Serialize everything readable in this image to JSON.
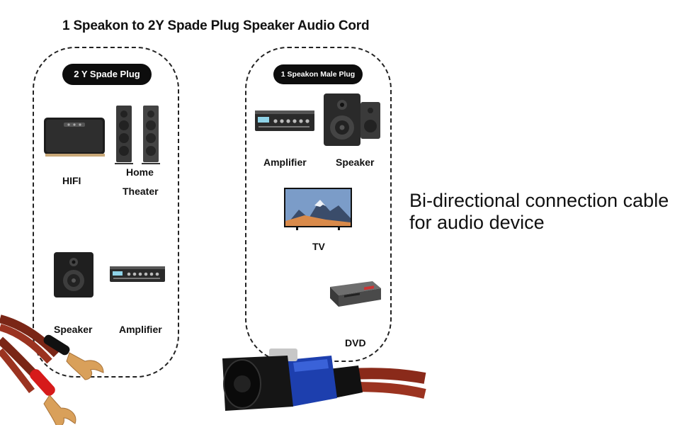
{
  "title": "1 Speakon  to 2Y Spade Plug Speaker Audio Cord",
  "left_panel": {
    "badge": "2 Y Spade Plug",
    "devices": {
      "hifi": "HIFI",
      "home_theater_line1": "Home",
      "home_theater_line2": "Theater",
      "speaker": "Speaker",
      "amplifier": "Amplifier"
    }
  },
  "right_panel": {
    "badge": "1 Speakon Male Plug",
    "devices": {
      "amplifier": "Amplifier",
      "speaker": "Speaker",
      "tv": "TV",
      "dvd": "DVD"
    }
  },
  "tagline": {
    "line1": "Bi-directional connection cable",
    "line2": "for audio device"
  },
  "colors": {
    "cable": "#8a2a1a",
    "speakon_blue": "#1d3fae",
    "spade_gold": "#d9a05a",
    "red_sleeve": "#d61a1a"
  },
  "icons": [
    "hifi-speaker-icon",
    "tower-speakers-icon",
    "bookshelf-speaker-icon",
    "amplifier-icon",
    "tv-icon",
    "dvd-player-icon",
    "spade-plug-icon",
    "speakon-plug-icon"
  ]
}
